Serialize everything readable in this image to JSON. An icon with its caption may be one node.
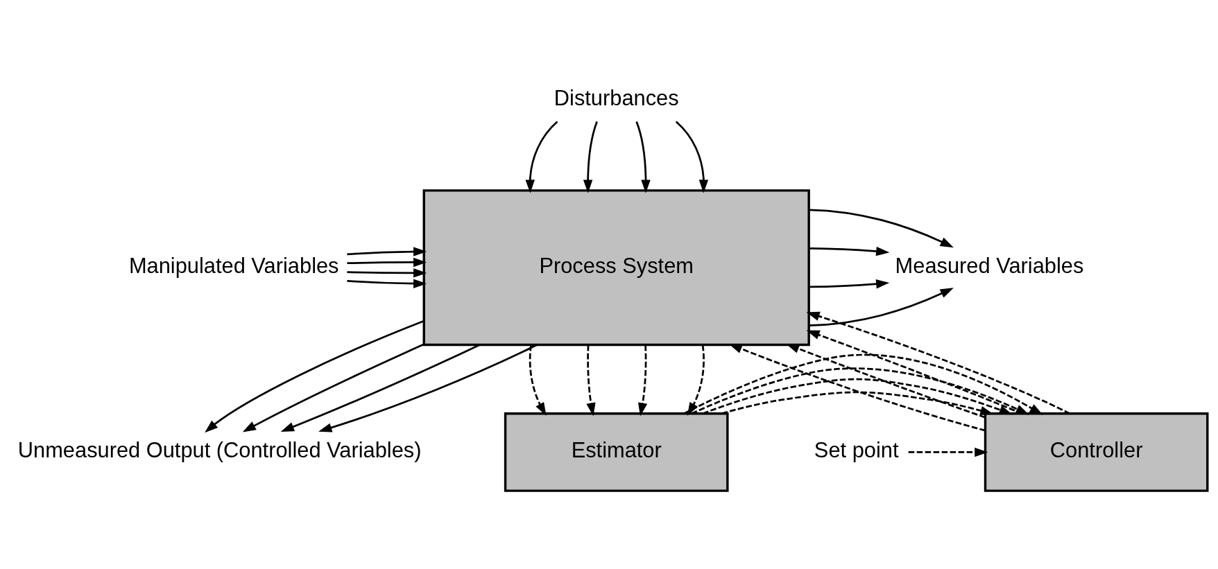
{
  "diagram": {
    "nodes": [
      {
        "text": [
          "Disturbances"
        ]
      },
      {
        "text": [
          "Manipulated Variables"
        ]
      },
      {
        "text": [
          "Process System"
        ]
      },
      {
        "text": [
          "Measured Variables"
        ]
      },
      {
        "text": [
          "Unmeasured Output (Controlled Variables)"
        ]
      },
      {
        "text": [
          "Set point"
        ]
      },
      {
        "text": [
          "Controller"
        ]
      },
      {
        "text": [
          "Estimator"
        ]
      }
    ],
    "edges": [
      {
        "from": 0,
        "to": 2,
        "arrow": "to"
      },
      {
        "from": 0,
        "to": 2,
        "arrow": "to"
      },
      {
        "from": 0,
        "to": 2,
        "arrow": "to"
      },
      {
        "from": 0,
        "to": 2,
        "arrow": "to"
      },
      {
        "from": 1,
        "to": 2,
        "arrow": "to"
      },
      {
        "from": 1,
        "to": 2,
        "arrow": "to"
      },
      {
        "from": 1,
        "to": 2,
        "arrow": "to"
      },
      {
        "from": 1,
        "to": 2,
        "arrow": "to"
      },
      {
        "from": 2,
        "to": 3,
        "arrow": "to"
      },
      {
        "from": 2,
        "to": 3,
        "arrow": "to"
      },
      {
        "from": 2,
        "to": 3,
        "arrow": "to"
      },
      {
        "from": 2,
        "to": 3,
        "arrow": "to"
      },
      {
        "from": 2,
        "to": 4,
        "arrow": "to"
      },
      {
        "from": 2,
        "to": 4,
        "arrow": "to"
      },
      {
        "from": 2,
        "to": 4,
        "arrow": "to"
      },
      {
        "from": 2,
        "to": 4,
        "arrow": "to"
      },
      {
        "from": 6,
        "to": 2,
        "arrow": "to",
        "style": "dashed"
      },
      {
        "from": 6,
        "to": 2,
        "arrow": "to",
        "style": "dashed"
      },
      {
        "from": 6,
        "to": 2,
        "arrow": "to",
        "style": "dashed"
      },
      {
        "from": 6,
        "to": 2,
        "arrow": "to",
        "style": "dashed"
      },
      {
        "from": 2,
        "to": 7,
        "arrow": "to",
        "style": "dashed"
      },
      {
        "from": 2,
        "to": 7,
        "arrow": "to",
        "style": "dashed"
      },
      {
        "from": 2,
        "to": 7,
        "arrow": "to",
        "style": "dashed"
      },
      {
        "from": 2,
        "to": 7,
        "arrow": "to",
        "style": "dashed"
      },
      {
        "from": 7,
        "to": 6,
        "arrow": "to",
        "style": "dashed"
      },
      {
        "from": 7,
        "to": 6,
        "arrow": "to",
        "style": "dashed"
      },
      {
        "from": 7,
        "to": 6,
        "arrow": "to",
        "style": "dashed"
      },
      {
        "from": 7,
        "to": 6,
        "arrow": "to",
        "style": "dashed"
      },
      {
        "from": 5,
        "to": 6,
        "arrow": "to",
        "style": "dashed"
      }
    ]
  }
}
